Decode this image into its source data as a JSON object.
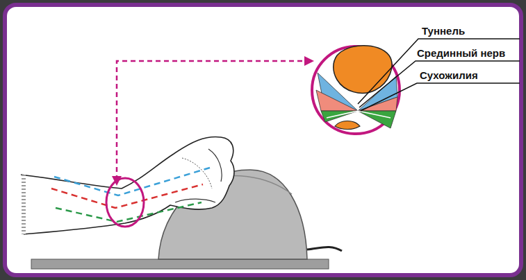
{
  "diagram": {
    "labels": [
      "Туннель",
      "Срединный нерв",
      "Сухожилия"
    ]
  }
}
